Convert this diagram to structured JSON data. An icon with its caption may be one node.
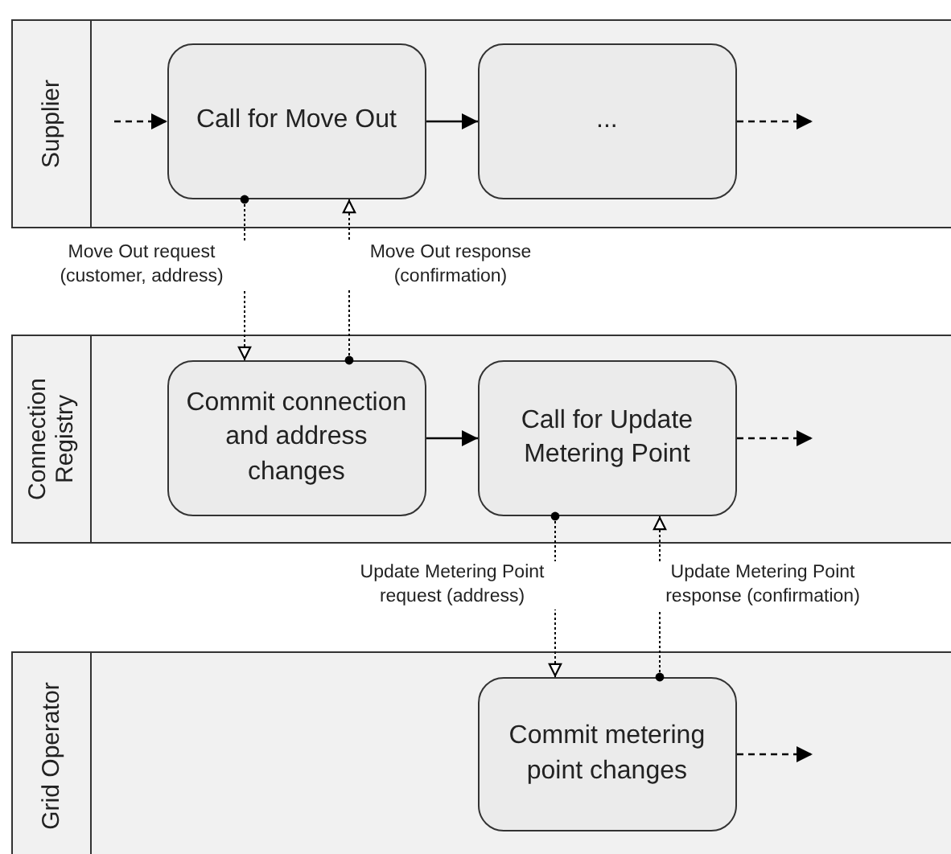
{
  "diagram": {
    "nodes": [
      {
        "text": [
          "Supplier"
        ]
      },
      {
        "text": [
          "Call for Move Out"
        ],
        "in": 0
      },
      {
        "text": [
          "..."
        ],
        "in": 0
      },
      {
        "text": [
          "Connection Registry"
        ]
      },
      {
        "text": [
          "Commit connection and address changes"
        ],
        "in": 3
      },
      {
        "text": [
          "Call for Update Metering Point"
        ],
        "in": 3
      },
      {
        "text": [
          "Grid Operator"
        ]
      },
      {
        "text": [
          "Commit metering point changes"
        ],
        "in": 6
      }
    ],
    "edges": [
      {
        "from": null,
        "to": 1,
        "arrow": "to",
        "style": "dashed"
      },
      {
        "from": 1,
        "to": 2,
        "arrow": "to"
      },
      {
        "from": 2,
        "to": null,
        "arrow": "to",
        "style": "dashed"
      },
      {
        "from": 1,
        "to": 4,
        "arrow": "to",
        "style": "dashed",
        "label": "Move Out request (customer, address)"
      },
      {
        "from": 4,
        "to": 1,
        "arrow": "to",
        "style": "dashed",
        "label": "Move Out response (confirmation)"
      },
      {
        "from": 4,
        "to": 5,
        "arrow": "to"
      },
      {
        "from": 5,
        "to": null,
        "arrow": "to",
        "style": "dashed"
      },
      {
        "from": 5,
        "to": 7,
        "arrow": "to",
        "style": "dashed",
        "label": "Update Metering Point request (address)"
      },
      {
        "from": 7,
        "to": 5,
        "arrow": "to",
        "style": "dashed",
        "label": "Update Metering Point response (confirmation)"
      },
      {
        "from": 7,
        "to": null,
        "arrow": "to",
        "style": "dashed"
      }
    ]
  }
}
